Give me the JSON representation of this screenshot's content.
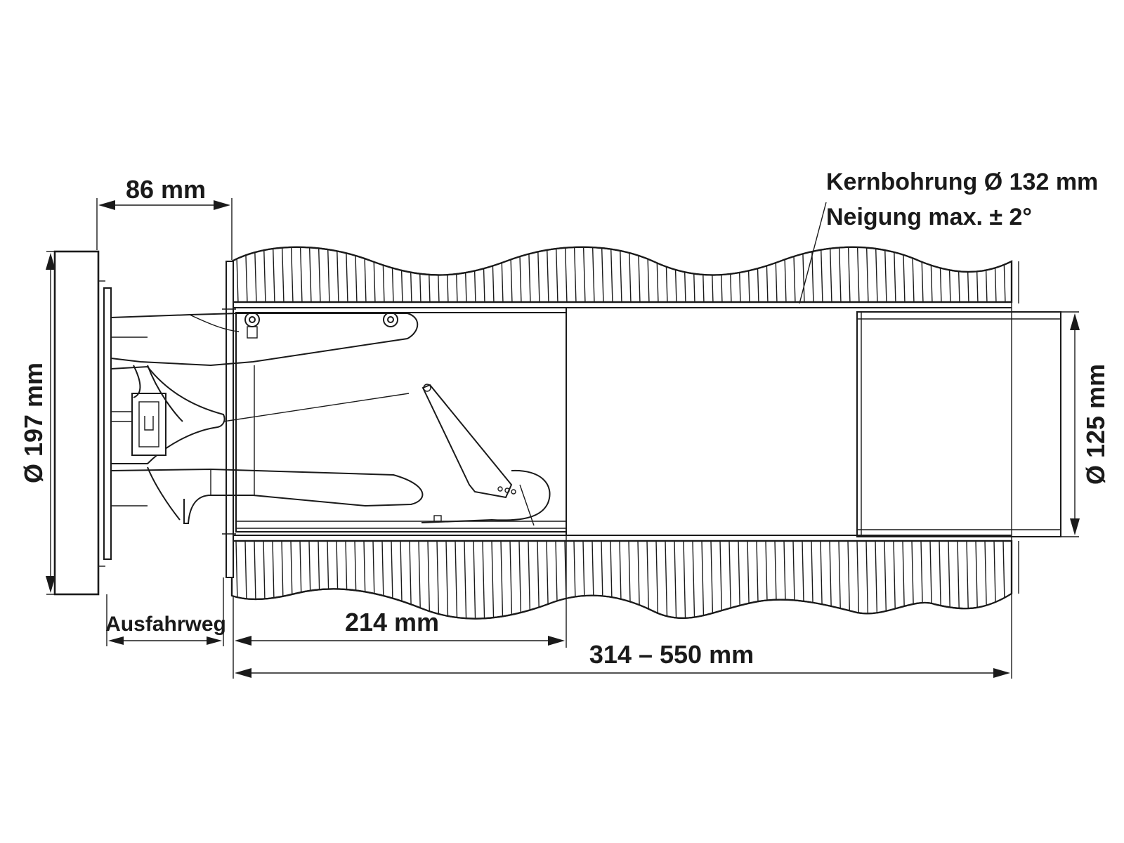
{
  "dimensions": {
    "mounting_depth": "86 mm",
    "outer_diameter": "Ø 197 mm",
    "pipe_diameter": "Ø 125 mm",
    "travel": "Ausfahrweg",
    "unit_length": "214 mm",
    "wall_range": "314 – 550 mm"
  },
  "notes": {
    "core_drill": "Kernbohrung Ø 132 mm",
    "slope": "Neigung max. ± 2°"
  },
  "colors": {
    "line": "#1a1a1a",
    "background": "#ffffff"
  }
}
